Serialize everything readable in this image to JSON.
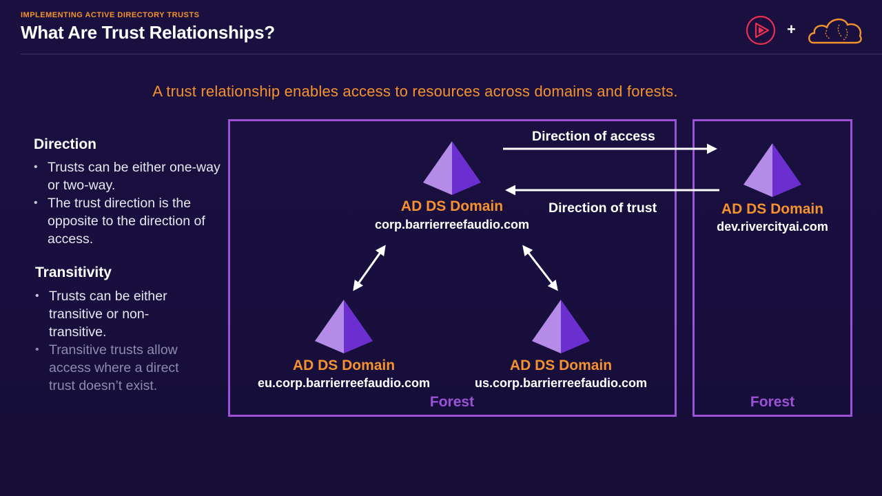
{
  "header": {
    "kicker": "IMPLEMENTING ACTIVE DIRECTORY TRUSTS",
    "title": "What Are Trust Relationships?",
    "plus": "+"
  },
  "subtitle": "A trust relationship enables access to resources across domains and forests.",
  "left_panel": {
    "direction": {
      "heading": "Direction",
      "bullets": [
        "Trusts can be either one-way or two-way.",
        "The trust direction is the opposite to the direction of access."
      ]
    },
    "transitivity": {
      "heading": "Transitivity",
      "bullets": [
        "Trusts can be either transitive or non-transitive.",
        "Transitive trusts allow access where a direct trust doesn’t exist."
      ]
    }
  },
  "diagram": {
    "forest_label": "Forest",
    "domain_label": "AD DS Domain",
    "domains": {
      "corp": "corp.barrierreefaudio.com",
      "eu": "eu.corp.barrierreefaudio.com",
      "us": "us.corp.barrierreefaudio.com",
      "dev": "dev.rivercityai.com"
    },
    "direction_of_access": "Direction of access",
    "direction_of_trust": "Direction of trust"
  },
  "colors": {
    "background": "#1a1040",
    "accent_orange": "#f5922f",
    "forest_purple": "#9b52d6",
    "pyramid_light": "#b58be8",
    "pyramid_dark": "#6b2fd0"
  }
}
